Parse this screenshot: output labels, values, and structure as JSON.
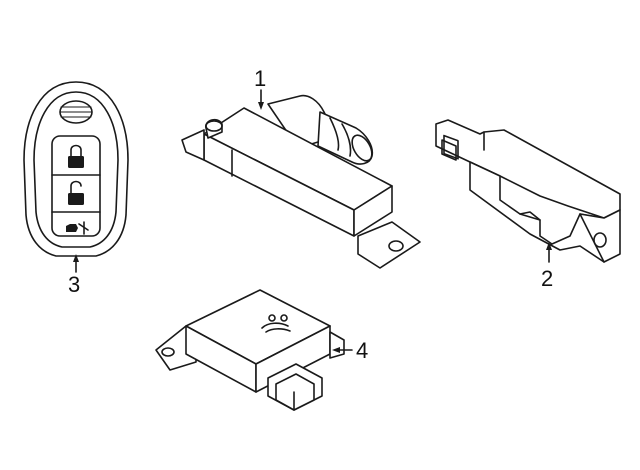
{
  "callouts": {
    "part1": "1",
    "part2": "2",
    "part3": "3",
    "part4": "4"
  },
  "colors": {
    "line": "#1a1a1a",
    "background": "#ffffff"
  },
  "icons": {
    "key_lock": "lock-closed-icon",
    "key_unlock": "lock-open-icon",
    "key_trunk": "trunk-icon",
    "key_logo": "brand-logo-icon"
  }
}
